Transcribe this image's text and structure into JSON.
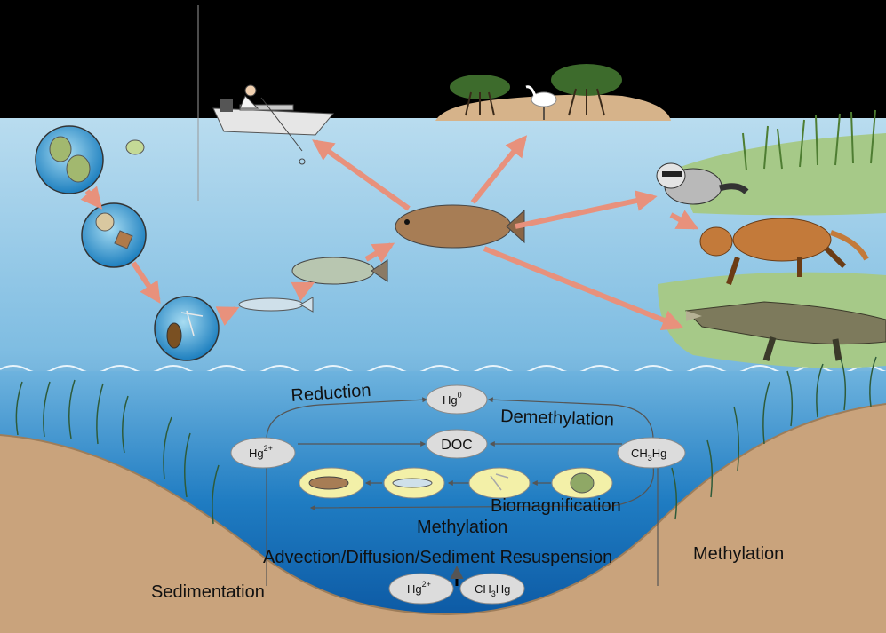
{
  "labels": {
    "reduction": "Reduction",
    "demethylation": "Demethylation",
    "biomagnification": "Biomagnification",
    "methylation_center": "Methylation",
    "advection": "Advection/Diffusion/Sediment Resuspension",
    "methylation_right": "Methylation",
    "sedimentation": "Sedimentation"
  },
  "nodes": {
    "hg0": {
      "base": "Hg",
      "sup": "0"
    },
    "doc": "DOC",
    "hg2_left": {
      "base": "Hg",
      "sup": "2+"
    },
    "ch3hg_right": {
      "base": "CH",
      "sub": "3",
      "tail": "Hg"
    },
    "hg2_bottom": {
      "base": "Hg",
      "sup": "2+"
    },
    "ch3hg_bottom": {
      "base": "CH",
      "sub": "3",
      "tail": "Hg"
    }
  },
  "colors": {
    "sky": "#000000",
    "water_top": "#b8dcef",
    "water_bottom": "#0f6bb6",
    "sediment": "#c9a37c",
    "arrow_pink": "#e8917c",
    "node_fill": "#dcdcdc",
    "food_fill": "#f3f0a8"
  }
}
